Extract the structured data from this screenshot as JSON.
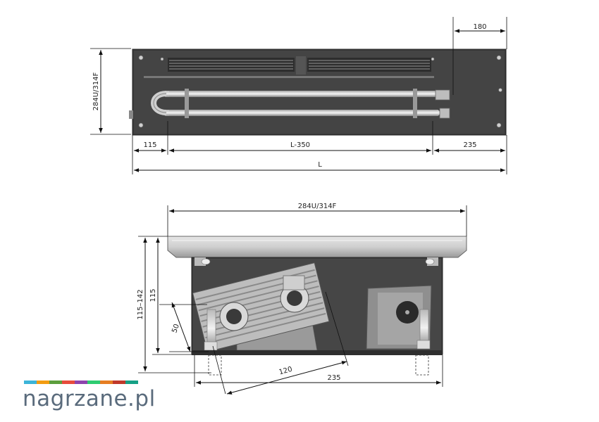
{
  "top_view": {
    "dim_width_right": "180",
    "dim_height_left": "284U/314F",
    "dim_left_offset": "115",
    "dim_middle": "L-350",
    "dim_right_offset": "235",
    "dim_total": "L"
  },
  "section_view": {
    "dim_top_width": "284U/314F",
    "dim_height_range": "115–142",
    "dim_height": "115",
    "dim_pipe_height": "50",
    "dim_pipe_spacing": "120",
    "dim_bottom": "235"
  },
  "logo": {
    "text": "nagrzane.pl",
    "colors": [
      "#3cb4d8",
      "#f39c12",
      "#5c9e3c",
      "#e74c3c",
      "#8e44ad",
      "#2ecc71",
      "#e67e22",
      "#c0392b",
      "#16a085"
    ]
  }
}
